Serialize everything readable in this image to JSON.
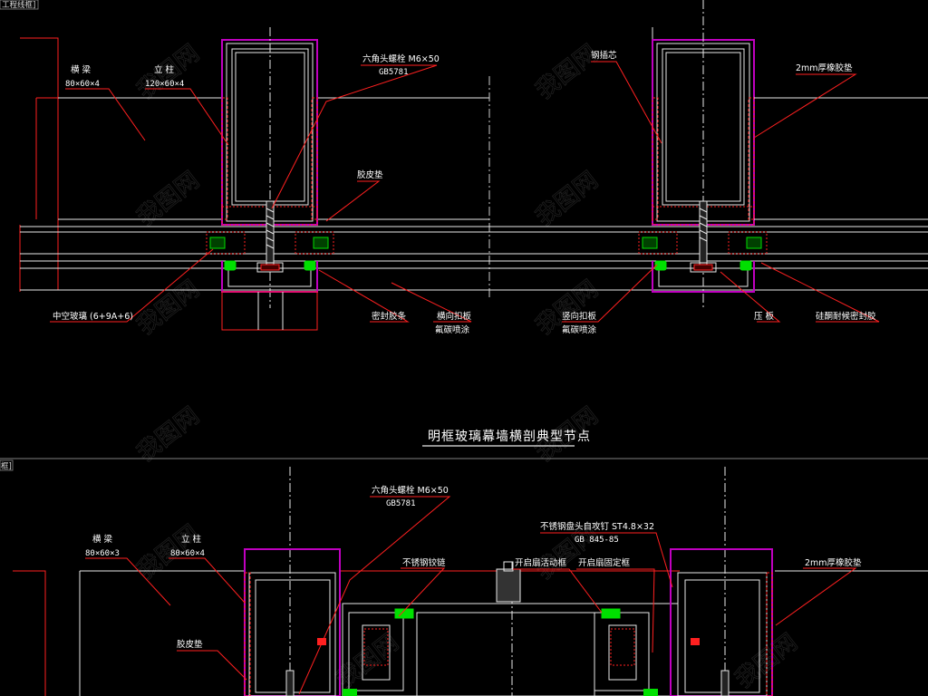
{
  "viewport_tabs": {
    "top": "工程线框]",
    "bottom": "框]"
  },
  "section_title": "明框玻璃幕墙横剖典型节点",
  "watermark": "我图网",
  "upper_detail": {
    "beam_label": "横  梁",
    "beam_spec": "80×60×4",
    "column_label": "立  柱",
    "column_spec": "120×60×4",
    "bolt_label": "六角头螺栓 M6×50",
    "bolt_std": "GB5781",
    "gasket_label": "胶皮垫",
    "glass_label": "中空玻璃 (6+9A+6)",
    "seal_label": "密封胶条",
    "h_cover_label": "横向扣板",
    "h_cover_sub": "氟碳喷涂",
    "steel_core_label": "钢插芯",
    "rubber_label": "2mm厚橡胶垫",
    "v_cover_label": "竖向扣板",
    "v_cover_sub": "氟碳喷涂",
    "pressure_label": "压  板",
    "silicone_label": "硅酮耐候密封胶"
  },
  "lower_detail": {
    "bolt_label": "六角头螺栓 M6×50",
    "bolt_std": "GB5781",
    "beam_label": "横  梁",
    "beam_spec": "80×60×3",
    "column_label": "立  柱",
    "column_spec": "80×60×4",
    "hinge_label": "不锈钢铰链",
    "gasket_label": "胶皮垫",
    "screw_label": "不锈钢盘头自攻钉 ST4.8×32",
    "screw_std": "GB 845-85",
    "sash_frame_label": "开启扇活动框",
    "fixed_frame_label": "开启扇固定框",
    "rubber_label": "2mm厚橡胶垫"
  },
  "colors": {
    "background": "#000000",
    "line_white": "#e8e8e8",
    "line_red": "#ff2020",
    "line_magenta": "#c000c0",
    "seal_green": "#00e000",
    "text": "#ffffff"
  }
}
